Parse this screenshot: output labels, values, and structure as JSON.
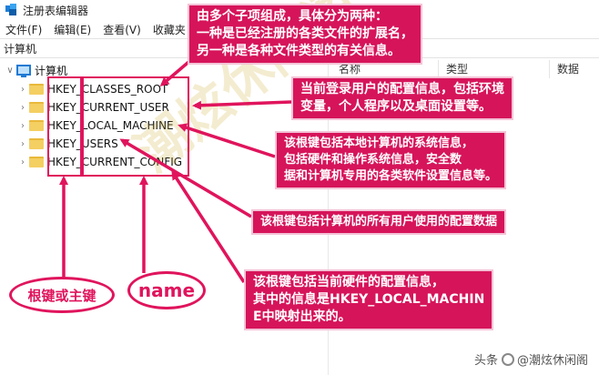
{
  "window": {
    "title": "注册表编辑器",
    "menu": [
      "文件(F)",
      "编辑(E)",
      "查看(V)",
      "收藏夹"
    ],
    "address": "计算机"
  },
  "list_columns": [
    "名称",
    "类型",
    "数据"
  ],
  "tree": {
    "root": "计算机",
    "keys": [
      "HKEY_CLASSES_ROOT",
      "HKEY_CURRENT_USER",
      "HKEY_LOCAL_MACHINE",
      "HKEY_USERS",
      "HKEY_CURRENT_CONFIG"
    ]
  },
  "annotations": {
    "classes_root": "由多个子项组成，具体分为两种：\n一种是已经注册的各类文件的扩展名，\n另一种是各种文件类型的有关信息。",
    "current_user": "当前登录用户的配置信息，包括环境\n变量，个人程序以及桌面设置等。",
    "local_machine": "该根键包括本地计算机的系统信息，\n包括硬件和操作系统信息，安全数\n据和计算机专用的各类软件设置信息等。",
    "users": "该根键包括计算机的所有用户使用的配置数据",
    "current_config": "该根键包括当前硬件的配置信息，\n其中的信息是HKEY_LOCAL_MACHIN\nE中映射出来的。",
    "root_key_label": "根键或主键",
    "name_label": "name"
  },
  "watermark": "潮炫休闲阁",
  "credit": {
    "prefix": "头条",
    "handle": "@潮炫休闲阁"
  },
  "colors": {
    "annotation": "#d6145a",
    "accent": "#e0145c"
  }
}
